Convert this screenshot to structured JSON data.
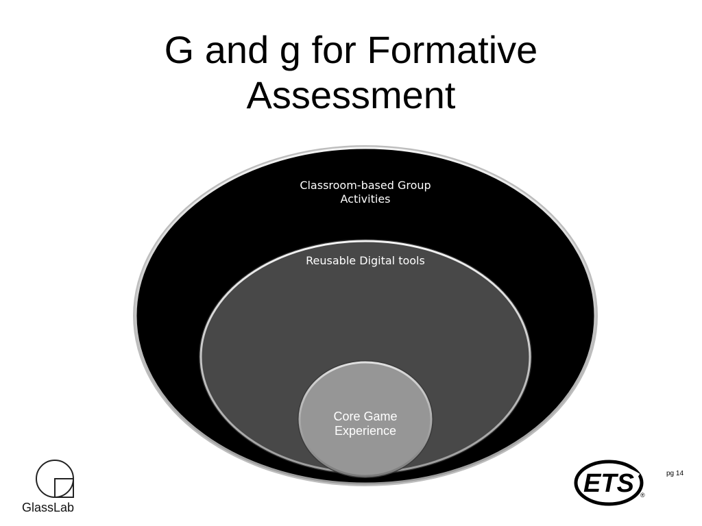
{
  "title": {
    "line1": "G and g for Formative",
    "line2": "Assessment"
  },
  "diagram": {
    "outer": {
      "label_line1": "Classroom-based Group",
      "label_line2": "Activities",
      "fill": "#000000"
    },
    "middle": {
      "label": "Reusable Digital tools",
      "fill": "#484848"
    },
    "inner": {
      "label_line1": "Core Game",
      "label_line2": "Experience",
      "fill": "#969696"
    }
  },
  "footer": {
    "glasslab_logo": "GlassLab",
    "ets_logo": "ETS",
    "page_number": "pg 14"
  }
}
